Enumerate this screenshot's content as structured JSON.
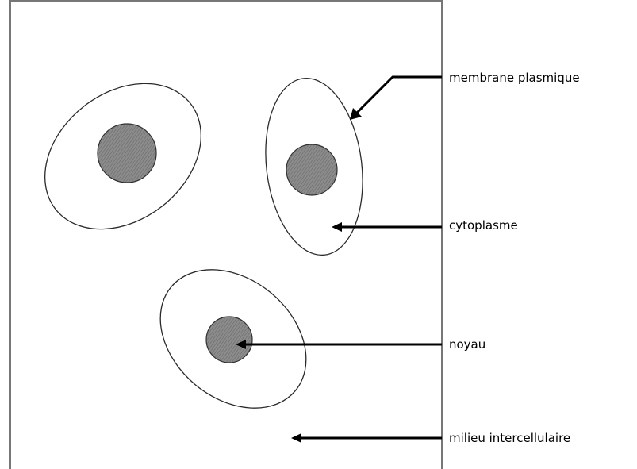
{
  "labels": {
    "membrane": "membrane plasmique",
    "cytoplasm": "cytoplasme",
    "nucleus": "noyau",
    "intercellular": "milieu intercellulaire"
  },
  "colors": {
    "frame": "#777777",
    "outline": "#2a2a2a",
    "nucleus_fill": "#8a8a8a",
    "arrow": "#000000"
  }
}
